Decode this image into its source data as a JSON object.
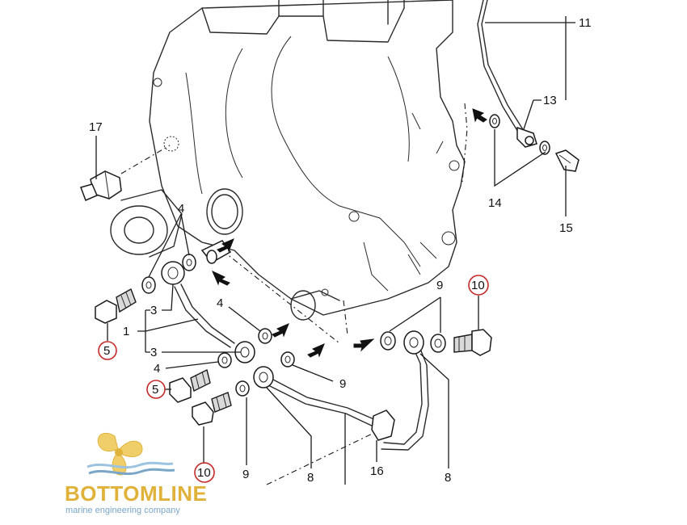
{
  "labels": {
    "l1": "1",
    "l3a": "3",
    "l3b": "3",
    "l4a": "4",
    "l4b": "4",
    "l4c": "4",
    "l5a": "5",
    "l5b": "5",
    "l8a": "8",
    "l8b": "8",
    "l9a": "9",
    "l9b": "9",
    "l9c": "9",
    "l10a": "10",
    "l10b": "10",
    "l11": "11",
    "l13": "13",
    "l14": "14",
    "l15": "15",
    "l16": "16",
    "l17": "17"
  },
  "logo": {
    "name": "BOTTOMLINE",
    "subtitle": "marine engineering company"
  },
  "colors": {
    "callout_circle": "#c62828",
    "logo_gold": "#e0b23a",
    "logo_blue": "#7aa6c8"
  }
}
